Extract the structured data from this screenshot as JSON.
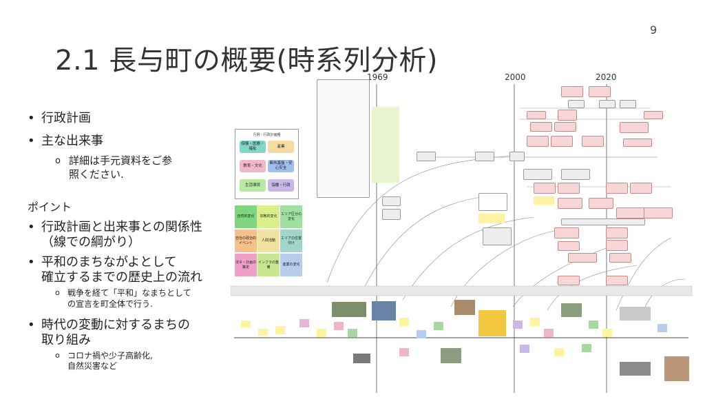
{
  "page": {
    "number": "9",
    "title": "2.1 長与町の概要(時系列分析)"
  },
  "bullets": {
    "b1": "行政計画",
    "b2": "主な出来事",
    "b2_sub1_line1": "詳細は手元資料をご参",
    "b2_sub1_line2": "照ください.",
    "points_heading": "ポイント",
    "b3_line1": "行政計画と出来事との関係性",
    "b3_line2": "（線での綱がり）",
    "b4_line1": "平和のまちながよとして",
    "b4_line2": "確立するまでの歴史上の流れ",
    "b4_sub1_line1": "戦争を経て「平和」なまちとして",
    "b4_sub1_line2": "の宣言を町全体で行う.",
    "b5_line1": "時代の変動に対するまちの",
    "b5_line2": "取り組み",
    "b5_sub1_line1": "コロナ禍や少子高齢化,",
    "b5_sub1_line2": "自然災害など"
  },
  "legend": {
    "title": "凡例・行政計画種",
    "cells": [
      {
        "label": "保健・医療・福祉",
        "color": "#7fd6c9"
      },
      {
        "label": "産業",
        "color": "#f6dba0"
      },
      {
        "label": "教育・文化",
        "color": "#f3b8c8"
      },
      {
        "label": "都市基盤・安心安全",
        "color": "#9fc0ee"
      },
      {
        "label": "生活環境",
        "color": "#b9e8a0"
      },
      {
        "label": "協働・行政",
        "color": "#c9b8e6"
      }
    ]
  },
  "categories": [
    {
      "label": "自然的変化",
      "color": "#7fd67f"
    },
    {
      "label": "宗教的変化",
      "color": "#d9f08a"
    },
    {
      "label": "エリア区分の変化",
      "color": "#9fe0a0"
    },
    {
      "label": "自治の政治的イベント",
      "color": "#f7c08a"
    },
    {
      "label": "人間活動",
      "color": "#f0e2a0"
    },
    {
      "label": "エリアの位置付け",
      "color": "#9fd6c8"
    },
    {
      "label": "法令・計画の策定",
      "color": "#f0a0c8"
    },
    {
      "label": "インフラの整備",
      "color": "#c7e690"
    },
    {
      "label": "産業の変化",
      "color": "#b8cdee"
    }
  ],
  "timeline": {
    "years": [
      "1969",
      "2000",
      "2020"
    ]
  },
  "colors": {
    "plan_pink": "#f6d6d6",
    "sticky_yellow": "#fff3a0"
  }
}
